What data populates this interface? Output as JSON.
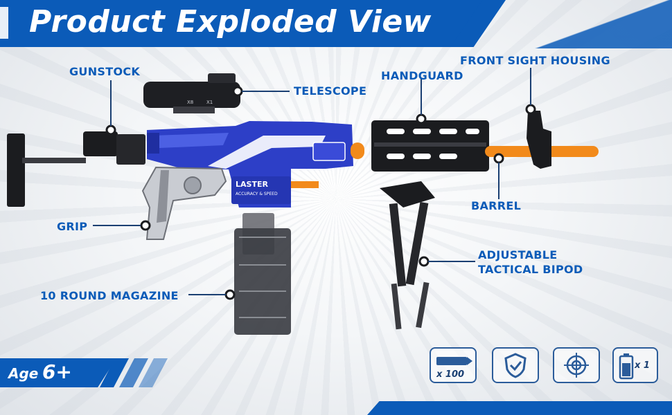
{
  "header": {
    "title": "Product Exploded View"
  },
  "labels": {
    "gunstock": "GUNSTOCK",
    "telescope": "TELESCOPE",
    "handguard": "HANDGUARD",
    "front_sight": "FRONT SIGHT HOUSING",
    "barrel": "BARREL",
    "grip": "GRIP",
    "bipod_line1": "ADJUSTABLE",
    "bipod_line2": "TACTICAL BIPOD",
    "magazine": "10 ROUND MAGAZINE"
  },
  "body_print": {
    "line1": "LASTER",
    "line2": "ACCURACY & SPEED"
  },
  "scope_marks": {
    "left": "X8",
    "right": "X1"
  },
  "age": {
    "word": "Age",
    "value": "6+"
  },
  "features": [
    {
      "icon": "dart-icon",
      "caption": "x 100"
    },
    {
      "icon": "shield-check-icon",
      "caption": ""
    },
    {
      "icon": "crosshair-icon",
      "caption": ""
    },
    {
      "icon": "battery-icon",
      "caption": "x 1"
    }
  ],
  "colors": {
    "brand_blue": "#0b5bb8",
    "blaster_blue": "#2d3fc7",
    "orange": "#f28a1b",
    "dark": "#1b1c1f"
  }
}
